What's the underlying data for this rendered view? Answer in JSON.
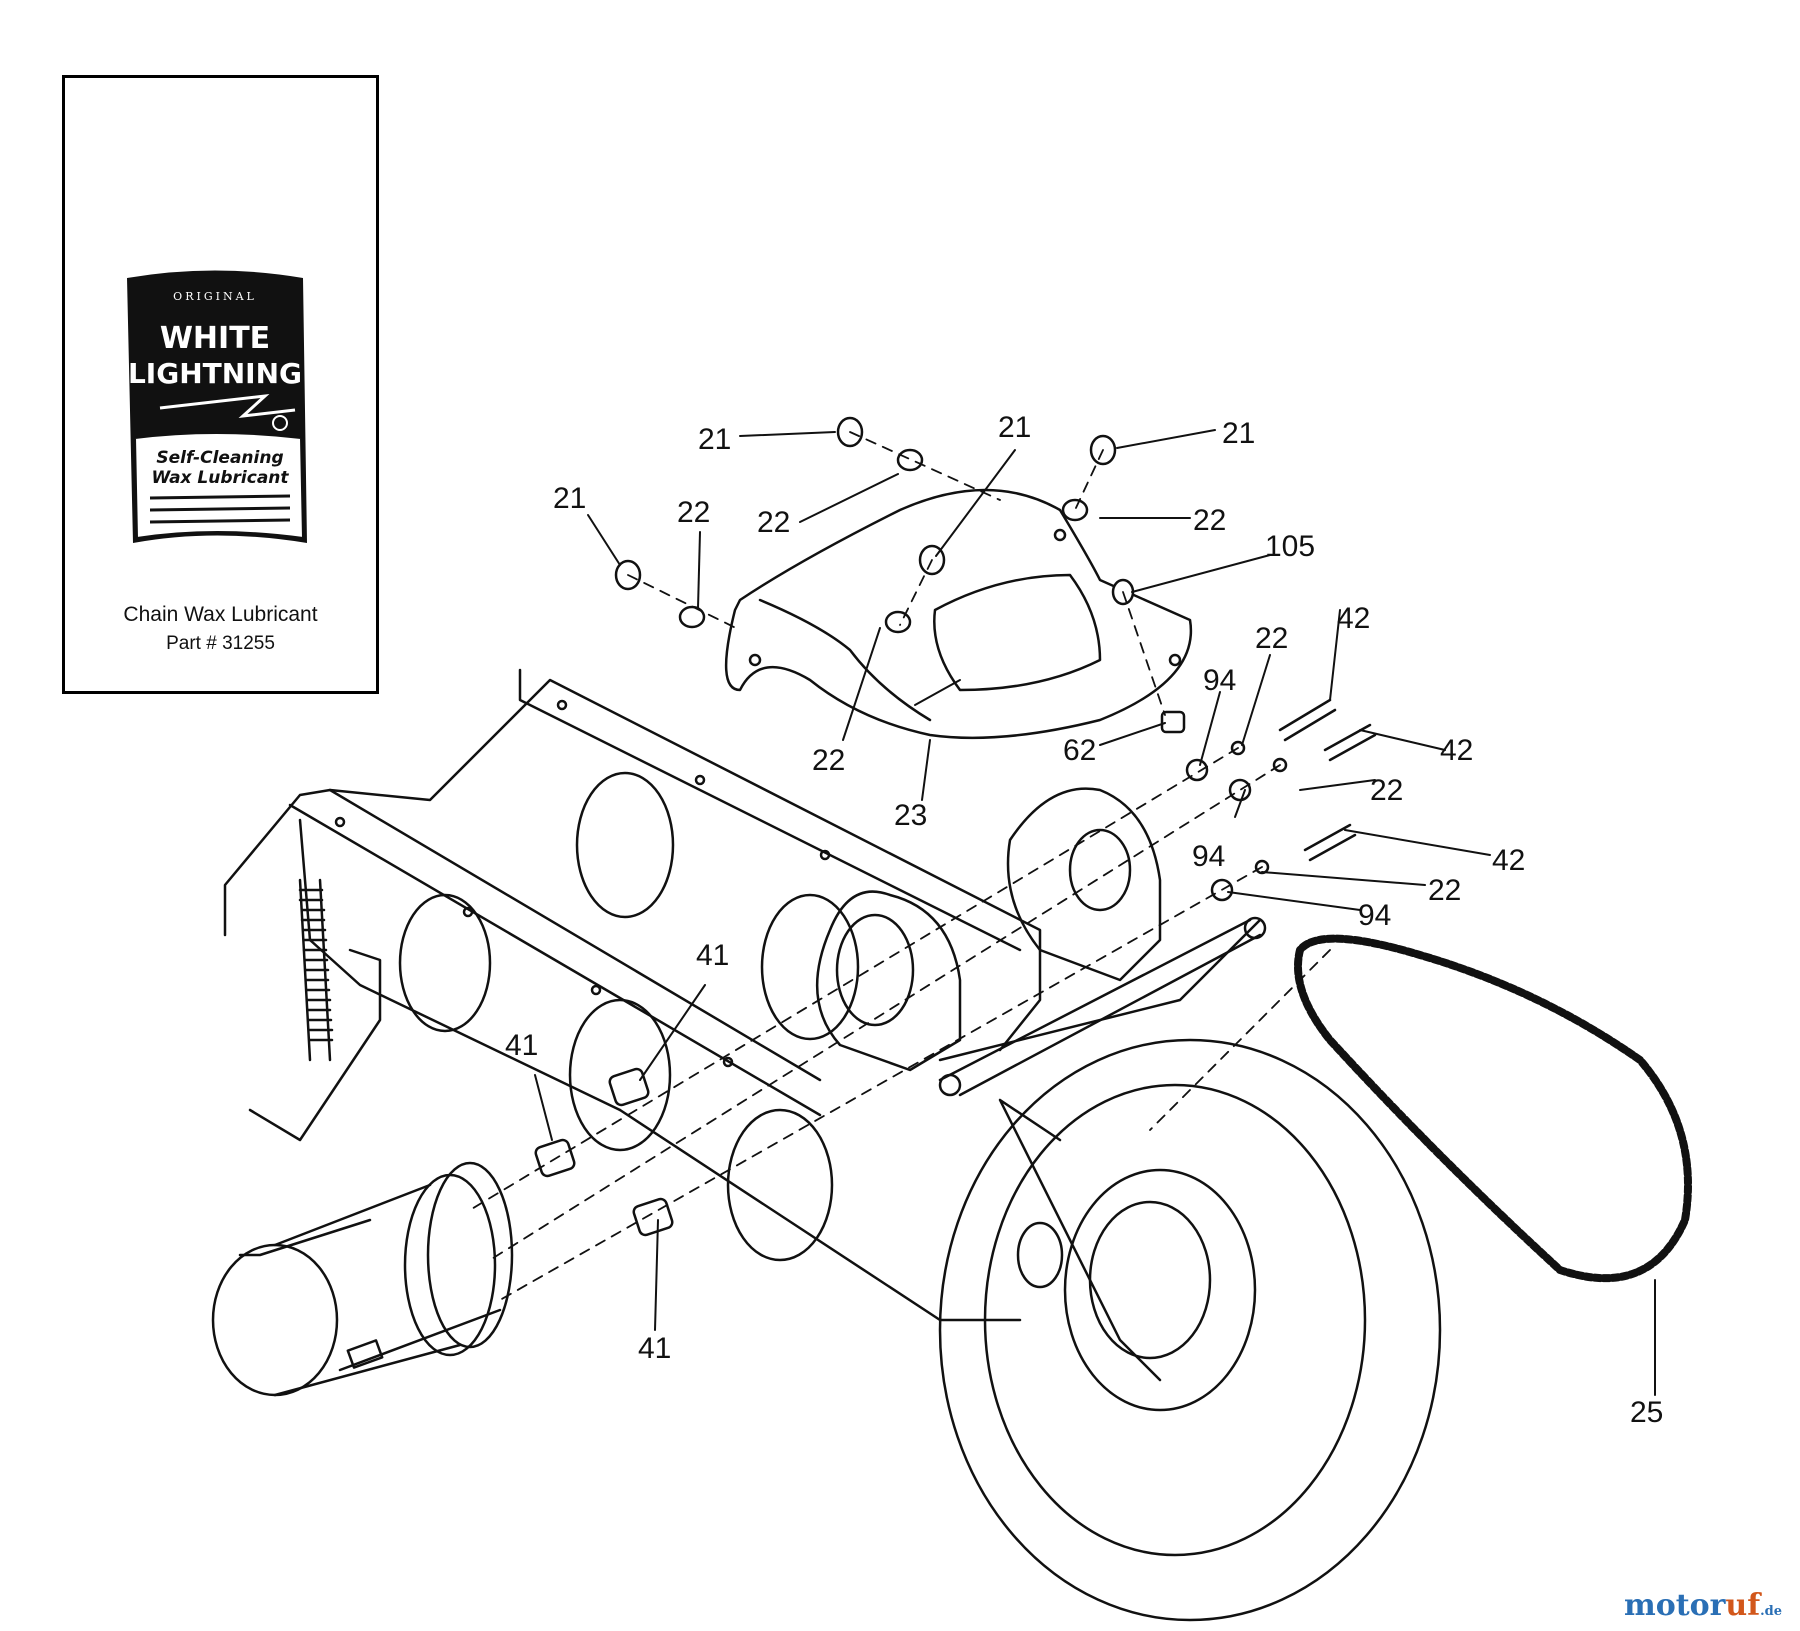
{
  "inset": {
    "can_top_text": "ORIGINAL",
    "brand_line1": "WHITE",
    "brand_line2": "LIGHTNING",
    "can_sub1": "Self-Cleaning",
    "can_sub2": "Wax Lubricant",
    "caption": "Chain Wax Lubricant",
    "part_number": "Part # 31255"
  },
  "callouts": {
    "c21a": "21",
    "c21b": "21",
    "c21c": "21",
    "c21d": "21",
    "c22a": "22",
    "c22b": "22",
    "c22c": "22",
    "c22d": "22",
    "c22e": "22",
    "c22f": "22",
    "c22g": "22",
    "c105": "105",
    "c42a": "42",
    "c42b": "42",
    "c42c": "42",
    "c94a": "94",
    "c94b": "94",
    "c94c": "94",
    "c62": "62",
    "c23": "23",
    "c41a": "41",
    "c41b": "41",
    "c41c": "41",
    "c25": "25"
  },
  "watermark": {
    "part1": "motor",
    "part2": "uf",
    "tld": ".de"
  }
}
